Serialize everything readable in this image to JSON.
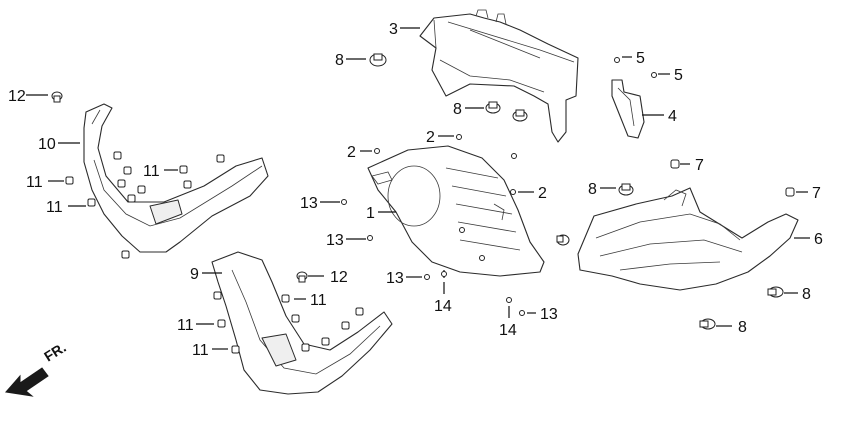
{
  "diagram": {
    "front_marker": "FR.",
    "callouts": [
      {
        "id": "c3",
        "label": "3"
      },
      {
        "id": "c8a",
        "label": "8"
      },
      {
        "id": "c5a",
        "label": "5"
      },
      {
        "id": "c5b",
        "label": "5"
      },
      {
        "id": "c8b",
        "label": "8"
      },
      {
        "id": "c4",
        "label": "4"
      },
      {
        "id": "c12a",
        "label": "12"
      },
      {
        "id": "c2a",
        "label": "2"
      },
      {
        "id": "c2b",
        "label": "2"
      },
      {
        "id": "c7a",
        "label": "7"
      },
      {
        "id": "c10",
        "label": "10"
      },
      {
        "id": "c11a",
        "label": "11"
      },
      {
        "id": "c11b",
        "label": "11"
      },
      {
        "id": "c11c",
        "label": "11"
      },
      {
        "id": "c2c",
        "label": "2"
      },
      {
        "id": "c8c",
        "label": "8"
      },
      {
        "id": "c7b",
        "label": "7"
      },
      {
        "id": "c13a",
        "label": "13"
      },
      {
        "id": "c1",
        "label": "1"
      },
      {
        "id": "c13b",
        "label": "13"
      },
      {
        "id": "c6",
        "label": "6"
      },
      {
        "id": "c9",
        "label": "9"
      },
      {
        "id": "c12b",
        "label": "12"
      },
      {
        "id": "c13c",
        "label": "13"
      },
      {
        "id": "c11d",
        "label": "11"
      },
      {
        "id": "c14a",
        "label": "14"
      },
      {
        "id": "c8d",
        "label": "8"
      },
      {
        "id": "c11e",
        "label": "11"
      },
      {
        "id": "c13d",
        "label": "13"
      },
      {
        "id": "c14b",
        "label": "14"
      },
      {
        "id": "c8e",
        "label": "8"
      },
      {
        "id": "c11f",
        "label": "11"
      }
    ]
  }
}
